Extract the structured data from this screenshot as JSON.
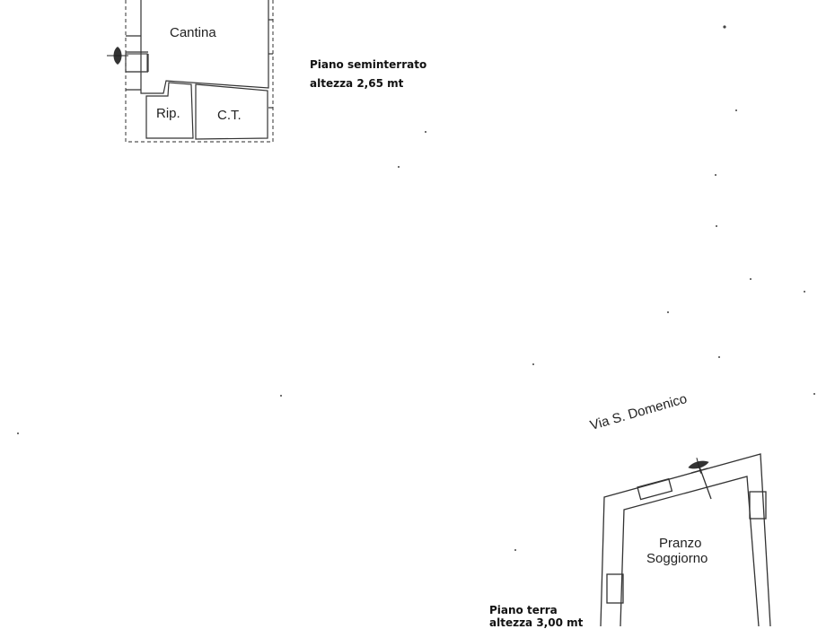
{
  "basement": {
    "title": "Piano seminterrato",
    "height": "altezza 2,65 mt",
    "rooms": {
      "cantina": "Cantina",
      "ripostiglio": "Rip.",
      "ct": "C.T."
    }
  },
  "ground_floor": {
    "title": "Piano terra",
    "height": "altezza 3,00 mt",
    "street": "Via S. Domenico",
    "rooms": {
      "living": [
        "Pranzo",
        "Soggiorno"
      ]
    }
  },
  "icons": [
    "north-arrow-icon"
  ]
}
